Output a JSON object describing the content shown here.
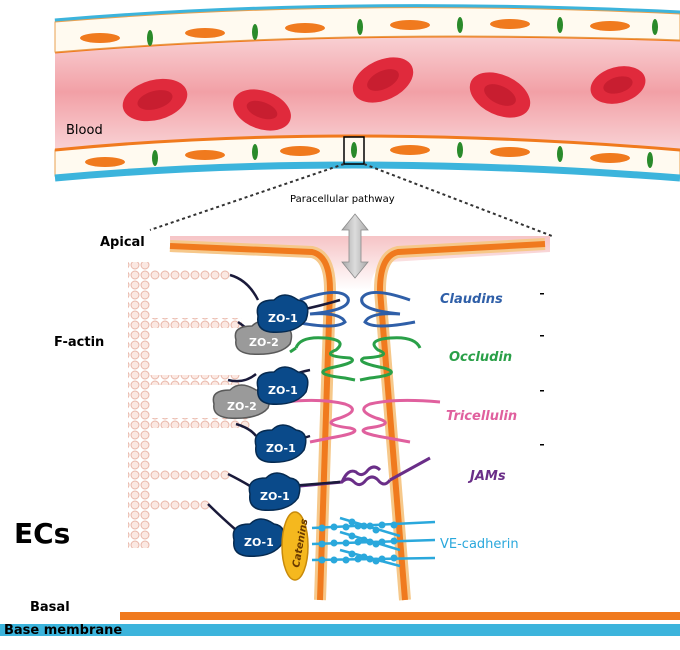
{
  "labels": {
    "blood": "Blood",
    "paracellular": "Paracellular pathway",
    "apical": "Apical",
    "f_actin": "F-actin",
    "ecs": "ECs",
    "basal": "Basal",
    "base_membrane": "Base membrane"
  },
  "proteins": {
    "zo1": "ZO-1",
    "zo2": "ZO-2",
    "catenins": "Catenins"
  },
  "junctions": [
    {
      "label": "Claudins",
      "color": "#2f5fa8"
    },
    {
      "label": "Occludin",
      "color": "#2aa048"
    },
    {
      "label": "Tricellulin",
      "color": "#e0609e"
    },
    {
      "label": "JAMs",
      "color": "#6a2e88"
    },
    {
      "label": "VE-cadherin",
      "color": "#2aa8dc"
    }
  ],
  "colors": {
    "vessel_wall": "#3cb4dc",
    "blood": "#f4a6aa",
    "rbc": "#e02a3c",
    "membrane": "#f07a1e",
    "zo1": "#0a4a8a",
    "zo2": "#9a9a9a",
    "catenins": "#f5b81e"
  }
}
